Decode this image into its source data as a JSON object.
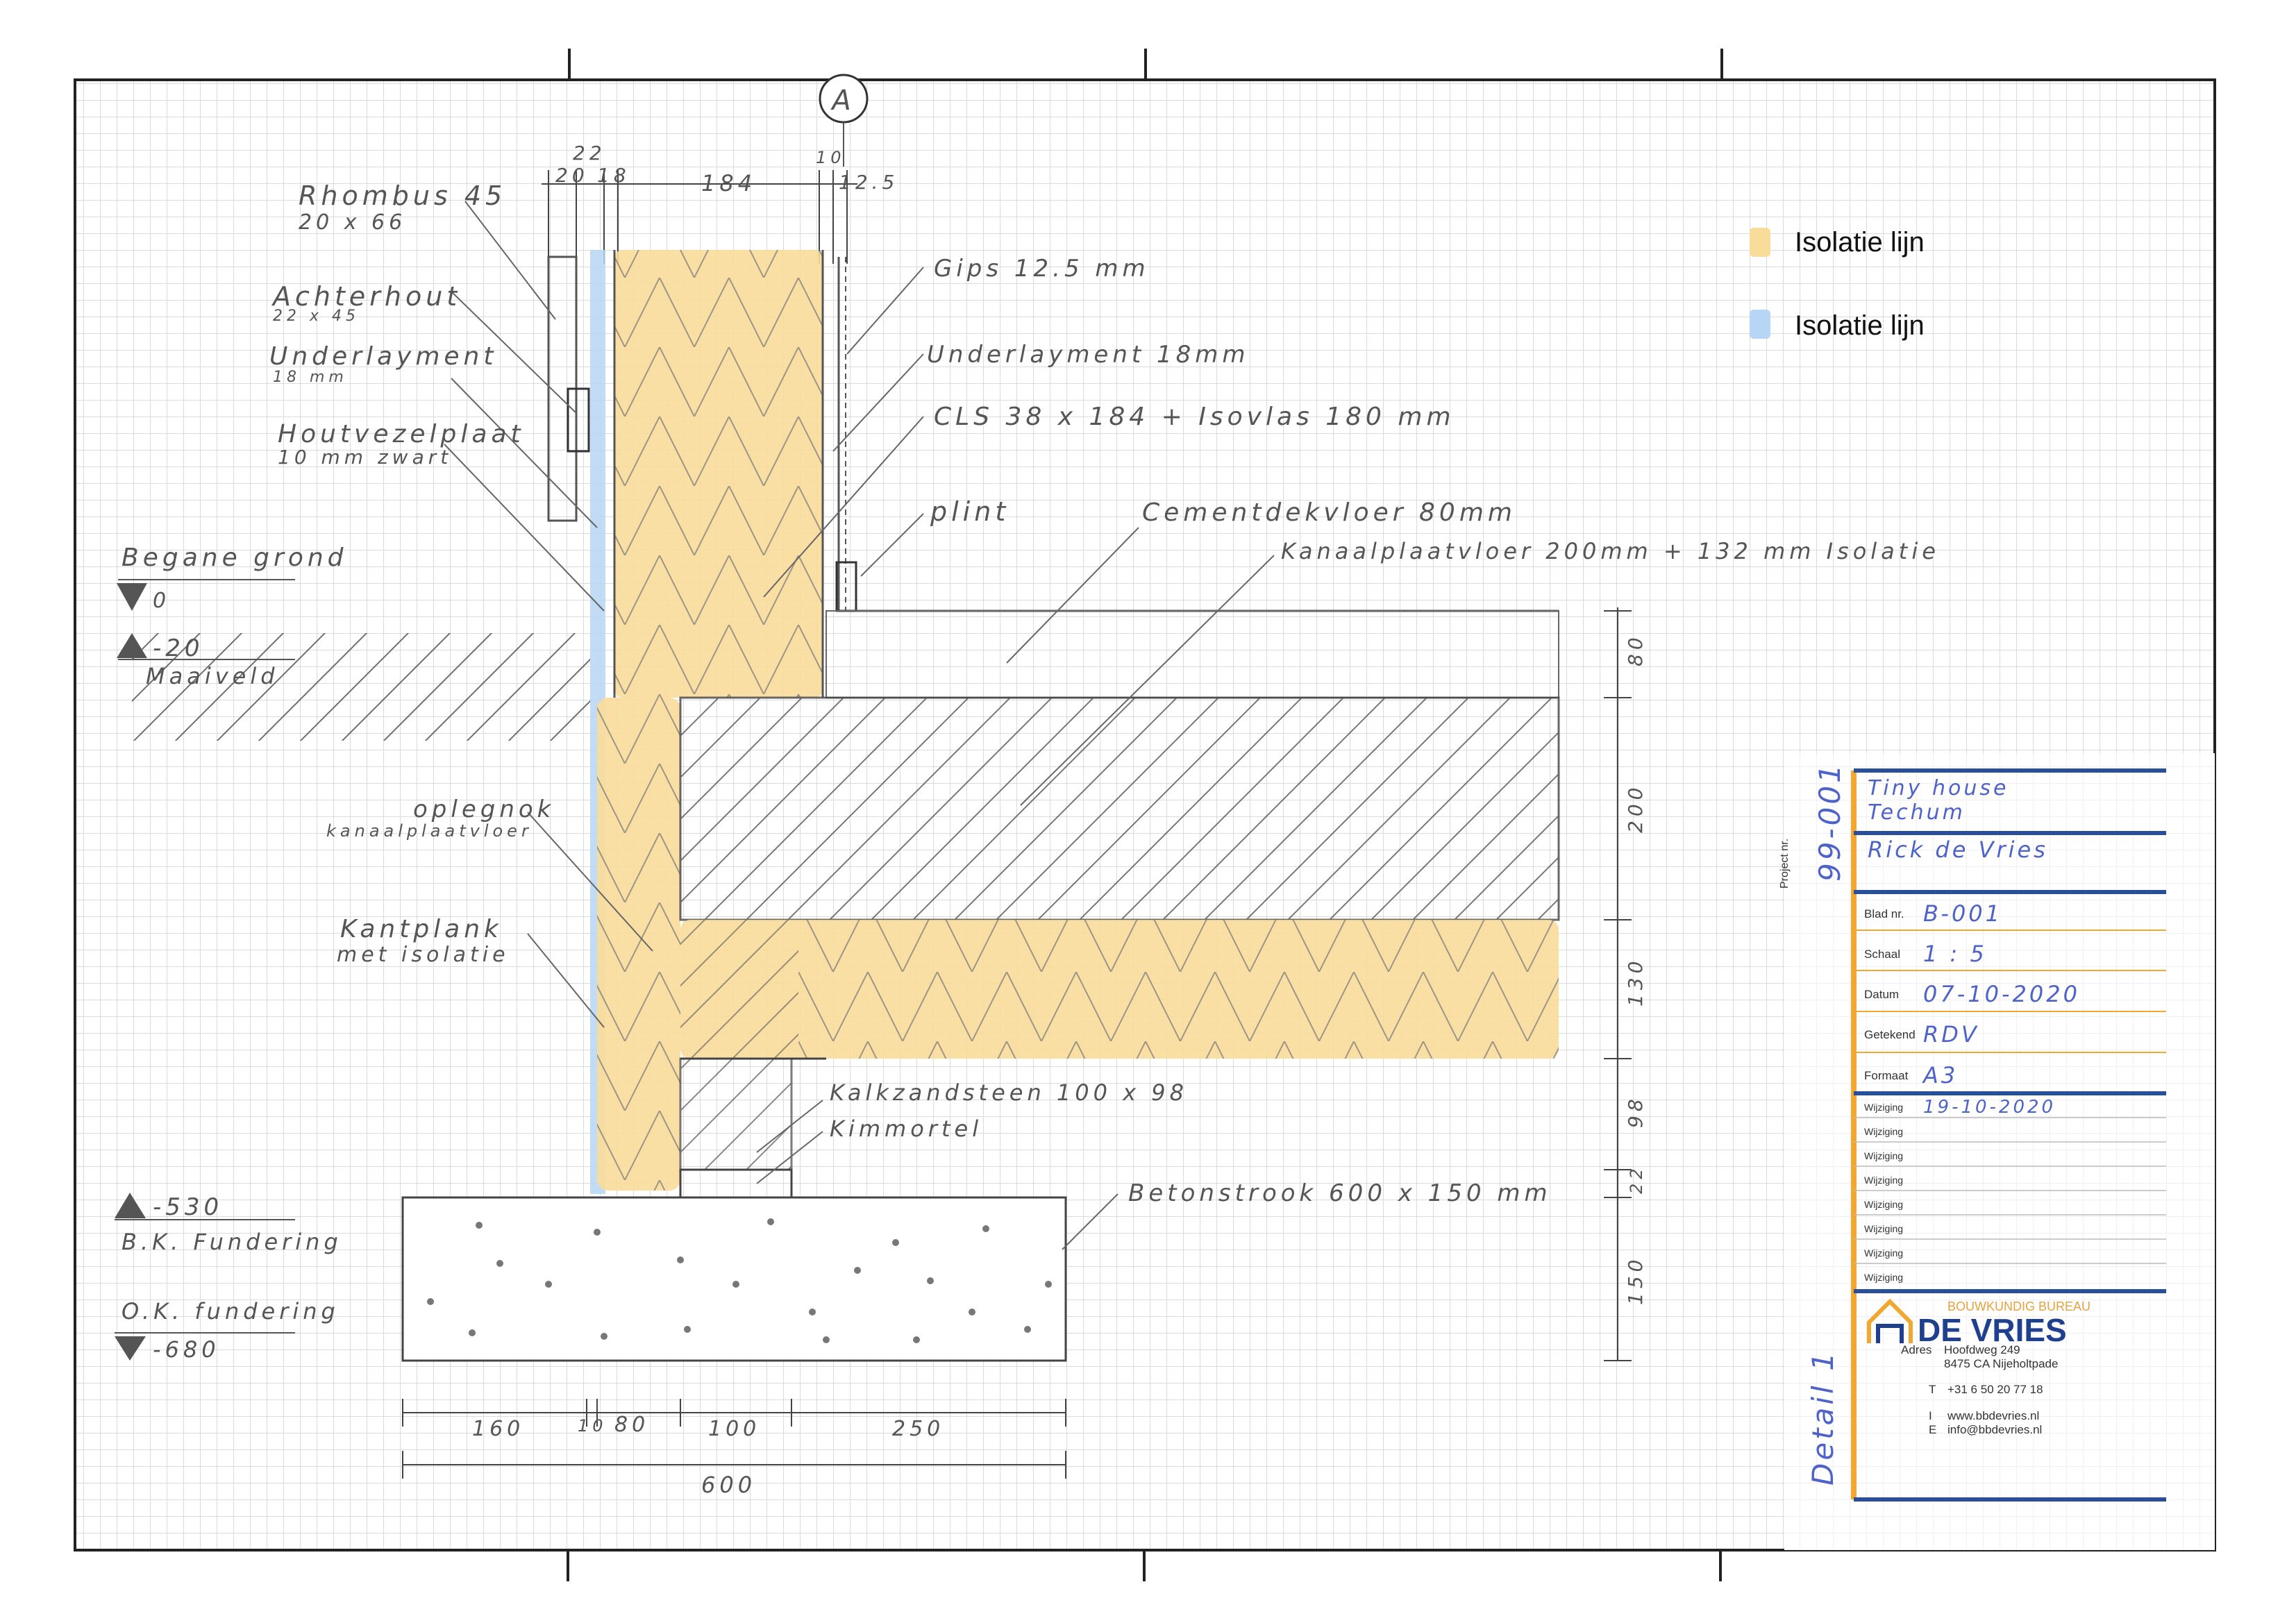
{
  "grid_ref": "A",
  "top_dims": {
    "d20": "20",
    "d22": "22",
    "d18a": "18",
    "d184": "184",
    "d10": "10",
    "d125": "12.5"
  },
  "legend": [
    {
      "label": "Isolatie lijn",
      "color": "#f9dc9a"
    },
    {
      "label": "Isolatie lijn",
      "color": "#b7d6f5"
    }
  ],
  "labels": {
    "rhombus": "Rhombus 45",
    "rhombus_size": "20 x 66",
    "achterhout": "Achterhout",
    "achterhout_size": "22 x 45",
    "underlayment_l": "Underlayment",
    "underlayment_l_size": "18 mm",
    "houtvezelplaat": "Houtvezelplaat",
    "houtvezelplaat_size": "10 mm zwart",
    "gips": "Gips 12.5 mm",
    "underlayment_r": "Underlayment 18mm",
    "cls": "CLS 38 x 184 + Isovlas 180 mm",
    "plint": "plint",
    "cementdekvloer": "Cementdekvloer 80mm",
    "kanaalplaat": "Kanaalplaatvloer 200mm + 132 mm Isolatie",
    "oplegnok": "oplegnok",
    "oplegnok_sub": "kanaalplaatvloer",
    "kantplank": "Kantplank",
    "kantplank_sub": "met isolatie",
    "kalkzandsteen": "Kalkzandsteen 100 x 98",
    "kimmortel": "Kimmortel",
    "betonstrook": "Betonstrook 600 x 150 mm"
  },
  "levels": {
    "begane_grond": "Begane grond",
    "bg_value": "0",
    "maaiveld_value": "-20",
    "maaiveld": "Maaiveld",
    "bk_value": "-530",
    "bk_label": "B.K. Fundering",
    "ok_label": "O.K. fundering",
    "ok_value": "-680"
  },
  "right_dims": {
    "r80": "80",
    "r200": "200",
    "r130": "130",
    "r98": "98",
    "r22": "22",
    "r150": "150"
  },
  "bottom_dims": {
    "b160": "160",
    "b10": "10",
    "b80": "80",
    "b100": "100",
    "b250": "250",
    "b600": "600"
  },
  "titleblock": {
    "project_nr_label": "Project nr.",
    "project_nr": "99-001",
    "project_line1": "Tiny house",
    "project_line2": "Techum",
    "client": "Rick de Vries",
    "blad_label": "Blad nr.",
    "blad": "B-001",
    "schaal_label": "Schaal",
    "schaal": "1 : 5",
    "datum_label": "Datum",
    "datum": "07-10-2020",
    "getekend_label": "Getekend",
    "getekend": "RDV",
    "formaat_label": "Formaat",
    "formaat": "A3",
    "wijziging_label": "Wijziging",
    "wijziging1": "19-10-2020",
    "detail": "Detail 1",
    "brand_small": "BOUWKUNDIG BUREAU",
    "brand_big": "DE VRIES",
    "adres_label": "Adres",
    "adres1": "Hoofdweg 249",
    "adres2": "8475 CA Nijeholtpade",
    "tel_label": "T",
    "tel": "+31 6 50 20 77 18",
    "web_label": "I",
    "web": "www.bbdevries.nl",
    "email_label": "E",
    "email": "info@bbdevries.nl"
  }
}
